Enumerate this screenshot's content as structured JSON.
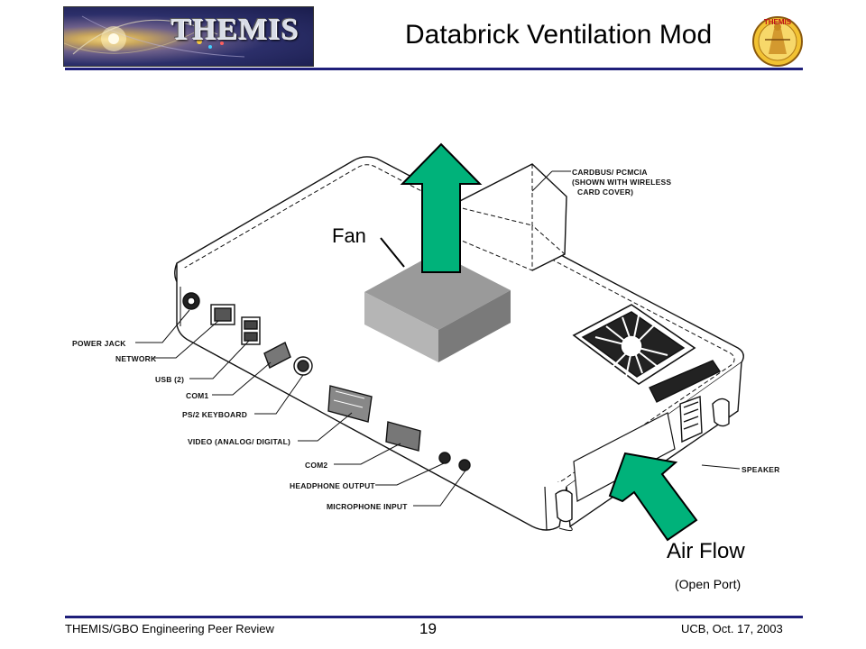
{
  "header": {
    "banner_text": "THEMIS",
    "title": "Databrick Ventilation Mod",
    "logo_text": "THEMIS"
  },
  "diagram": {
    "fan_label": "Fan",
    "airflow_label": "Air Flow",
    "airflow_sublabel": "(Open Port)",
    "callouts": {
      "cardbus_line1": "CARDBUS/ PCMCIA",
      "cardbus_line2": "(SHOWN WITH WIRELESS",
      "cardbus_line3": "CARD COVER)",
      "power_jack": "POWER JACK",
      "network": "NETWORK",
      "usb": "USB (2)",
      "com1": "COM1",
      "ps2": "PS/2 KEYBOARD",
      "video": "VIDEO (ANALOG/ DIGITAL)",
      "com2": "COM2",
      "headphone": "HEADPHONE OUTPUT",
      "microphone": "MICROPHONE INPUT",
      "speaker": "SPEAKER"
    },
    "arrow_color": "#00b27a",
    "fan_color": "#8c8c8c"
  },
  "footer": {
    "left": "THEMIS/GBO Engineering Peer Review",
    "page_number": "19",
    "right": "UCB, Oct. 17, 2003"
  }
}
